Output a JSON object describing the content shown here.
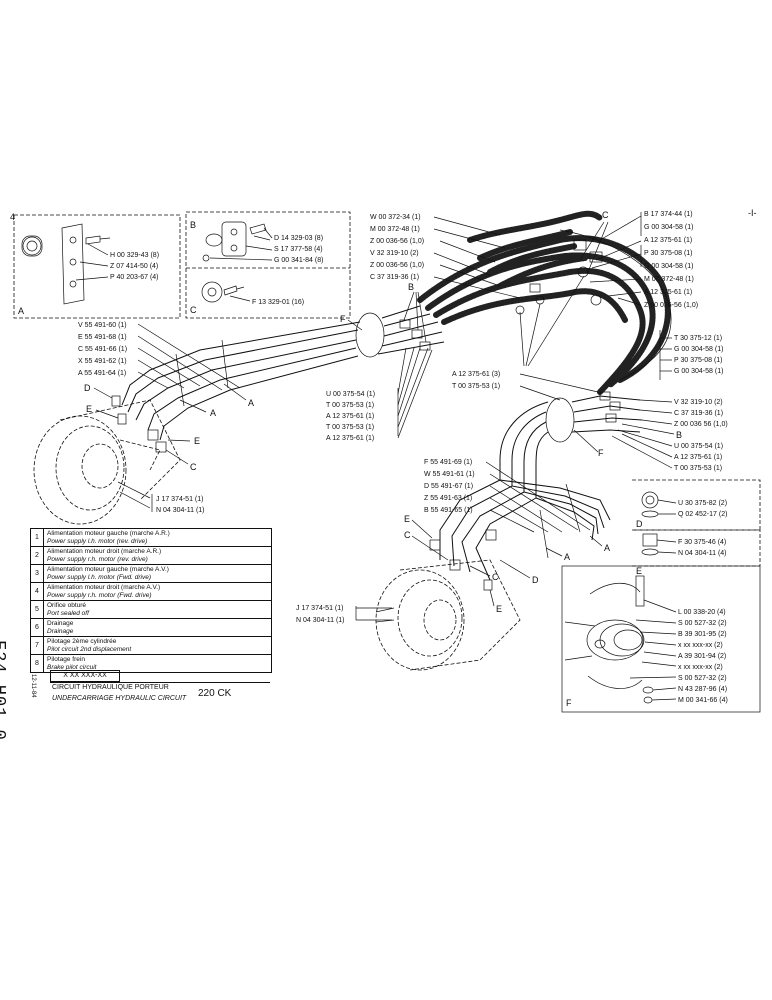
{
  "detail_letters": {
    "A": "A",
    "B": "B",
    "C": "C",
    "D": "D",
    "E": "E",
    "F": "F"
  },
  "corner_marks": {
    "left": "4",
    "right": "-I-"
  },
  "inset_A": {
    "parts": [
      "H 00 329-43 (8)",
      "Z 07 414-50 (4)",
      "P 40 203-67 (4)"
    ]
  },
  "inset_B": {
    "parts": [
      "D 14 329-03 (8)",
      "S 17 377-58 (4)",
      "G 00 341-84 (8)"
    ]
  },
  "inset_C": {
    "parts": [
      "F 13 329-01 (16)"
    ]
  },
  "top_center_parts": [
    "W 00 372-34 (1)",
    "M 00 372-48 (1)",
    "Z 00 036-56 (1,0)",
    "V 32 319-10 (2)",
    "Z 00 036-56 (1,0)",
    "C 37 319-36 (1)"
  ],
  "top_right_parts": [
    "B 17 374-44 (1)",
    "G 00 304-58 (1)",
    "A 12 375-61 (1)",
    "P 30 375-08 (1)",
    "G 00 304-58 (1)",
    "M 00 372-48 (1)",
    "A 12 375-61 (1)",
    "Z 00 036-56 (1,0)"
  ],
  "right_mid_parts": [
    "T 30 375-12 (1)",
    "G 00 304-58 (1)",
    "P 30 375-08 (1)",
    "G 00 304-58 (1)"
  ],
  "right_lower_parts": [
    "V 32 319-10 (2)",
    "C 37 319-36 (1)",
    "Z 00 036 56 (1,0)"
  ],
  "right_lower2_parts": [
    "U 00 375-54 (1)",
    "A 12 375-61 (1)",
    "T 00 375-53 (1)"
  ],
  "left_pipe_parts": [
    "V 55 491-60 (1)",
    "E 55 491-68 (1)",
    "C 55 491-66 (1)",
    "X 55 491-62 (1)",
    "A 55 491-64 (1)"
  ],
  "center_left_parts": [
    "U 00 375-54 (1)",
    "T 00 375-53 (1)",
    "A 12 375-61 (1)",
    "T 00 375-53 (1)",
    "A 12 375-61 (1)"
  ],
  "center_parts": [
    "A 12 375-61 (3)",
    "T 00 375-53 (1)"
  ],
  "left_motor_parts": [
    "J 17 374-51 (1)",
    "N 04 304-11 (1)"
  ],
  "center_pipe_parts": [
    "F 55 491-69 (1)",
    "W 55 491-61 (1)",
    "D 55 491-67 (1)",
    "Z 55 491-63 (1)",
    "B 55 491-65 (1)"
  ],
  "right_motor_parts": [
    "J 17 374-51 (1)",
    "N 04 304-11 (1)"
  ],
  "detail_D_parts": [
    "U 30 375-82 (2)",
    "Q 02 452-17 (2)"
  ],
  "detail_E_parts": [
    "F 30 375-46 (4)",
    "N 04 304-11 (4)"
  ],
  "detail_F_parts": [
    "L 00 338-20 (4)",
    "S 00 527-32 (2)",
    "B 39 301-95 (2)",
    "x xx xxx-xx (2)",
    "A 39 301-94 (2)",
    "x xx xxx-xx (2)",
    "S 00 527-32 (2)",
    "N 43 287-96 (4)",
    "M 00 341-66 (4)"
  ],
  "legend": [
    {
      "num": "1",
      "fr": "Alimentation moteur gauche (marche A.R.)",
      "en": "Power supply l.h. motor (rev. drive)"
    },
    {
      "num": "2",
      "fr": "Alimentation moteur droit (marche A.R.)",
      "en": "Power supply r.h. motor (rev. drive)"
    },
    {
      "num": "3",
      "fr": "Alimentation moteur gauche (marche A.V.)",
      "en": "Power supply l.h. motor (Fwd. drive)"
    },
    {
      "num": "4",
      "fr": "Alimentation moteur droit (marche A.V.)",
      "en": "Power supply r.h. motor (Fwd. drive)"
    },
    {
      "num": "5",
      "fr": "Orifice obturé",
      "en": "Port sealed off"
    },
    {
      "num": "6",
      "fr": "Drainage",
      "en": "Drainage"
    },
    {
      "num": "7",
      "fr": "Pilotage 2ème cylindrée",
      "en": "Pilot circuit 2nd displacement"
    },
    {
      "num": "8",
      "fr": "Pilotage frein",
      "en": "Brake pilot circuit"
    }
  ],
  "title_block": {
    "code": "X XX XXX-XX",
    "title_fr": "CIRCUIT HYDRAULIQUE PORTEUR",
    "title_en": "UNDERCARRIAGE HYDRAULIC CIRCUIT",
    "model": "220 CK",
    "date": "12-11-84",
    "sheet_code": "F24 H01.0"
  }
}
